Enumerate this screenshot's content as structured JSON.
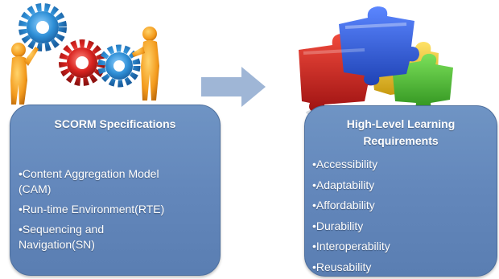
{
  "left_panel": {
    "title": "SCORM Specifications",
    "items": [
      {
        "bullet": "•",
        "lines": [
          "Content Aggregation Model",
          "(CAM)"
        ]
      },
      {
        "bullet": "•",
        "lines": [
          "Run-time Environment(RTE)"
        ]
      },
      {
        "bullet": "•",
        "lines": [
          "Sequencing and",
          "Navigation(SN)"
        ]
      }
    ]
  },
  "right_panel": {
    "title_lines": [
      "High-Level Learning",
      "Requirements"
    ],
    "items": [
      {
        "bullet": "•",
        "label": "Accessibility"
      },
      {
        "bullet": "•",
        "label": "Adaptability"
      },
      {
        "bullet": "•",
        "label": "Affordability"
      },
      {
        "bullet": "•",
        "label": "Durability"
      },
      {
        "bullet": "•",
        "label": "Interoperability"
      },
      {
        "bullet": "•",
        "label": "Reusability"
      }
    ]
  },
  "colors": {
    "panel": "#6387bb",
    "arrow": "#9fb6d6",
    "gear_blue": "#2f8fd6",
    "gear_red": "#d8231f",
    "figure_orange": "#f39a1c",
    "puzzle_blue": "#2f5bd8",
    "puzzle_red": "#cf1f1f",
    "puzzle_green": "#47b42c",
    "puzzle_yellow": "#e9c21a"
  },
  "icons": [
    "gears-with-figures-icon",
    "right-arrow-icon",
    "puzzle-pieces-icon"
  ]
}
